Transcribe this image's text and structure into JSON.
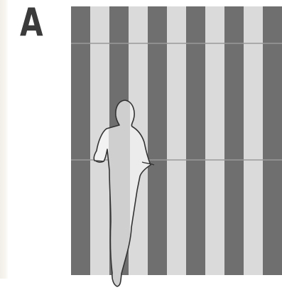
{
  "figure": {
    "panel_label": "A"
  },
  "diagram": {
    "stripe_count": 11,
    "horizontal_joints": 2,
    "colors": {
      "dark_stripe": "#6f6f6f",
      "light_stripe": "#dadada",
      "joint_line": "#9a9a9a",
      "figure_fill_light": "#f2f2f2",
      "figure_fill_mid": "#cfcfcf",
      "figure_outline": "#333333",
      "label_color": "#3b3b3b"
    },
    "icons": [
      "human-silhouette-icon"
    ]
  }
}
